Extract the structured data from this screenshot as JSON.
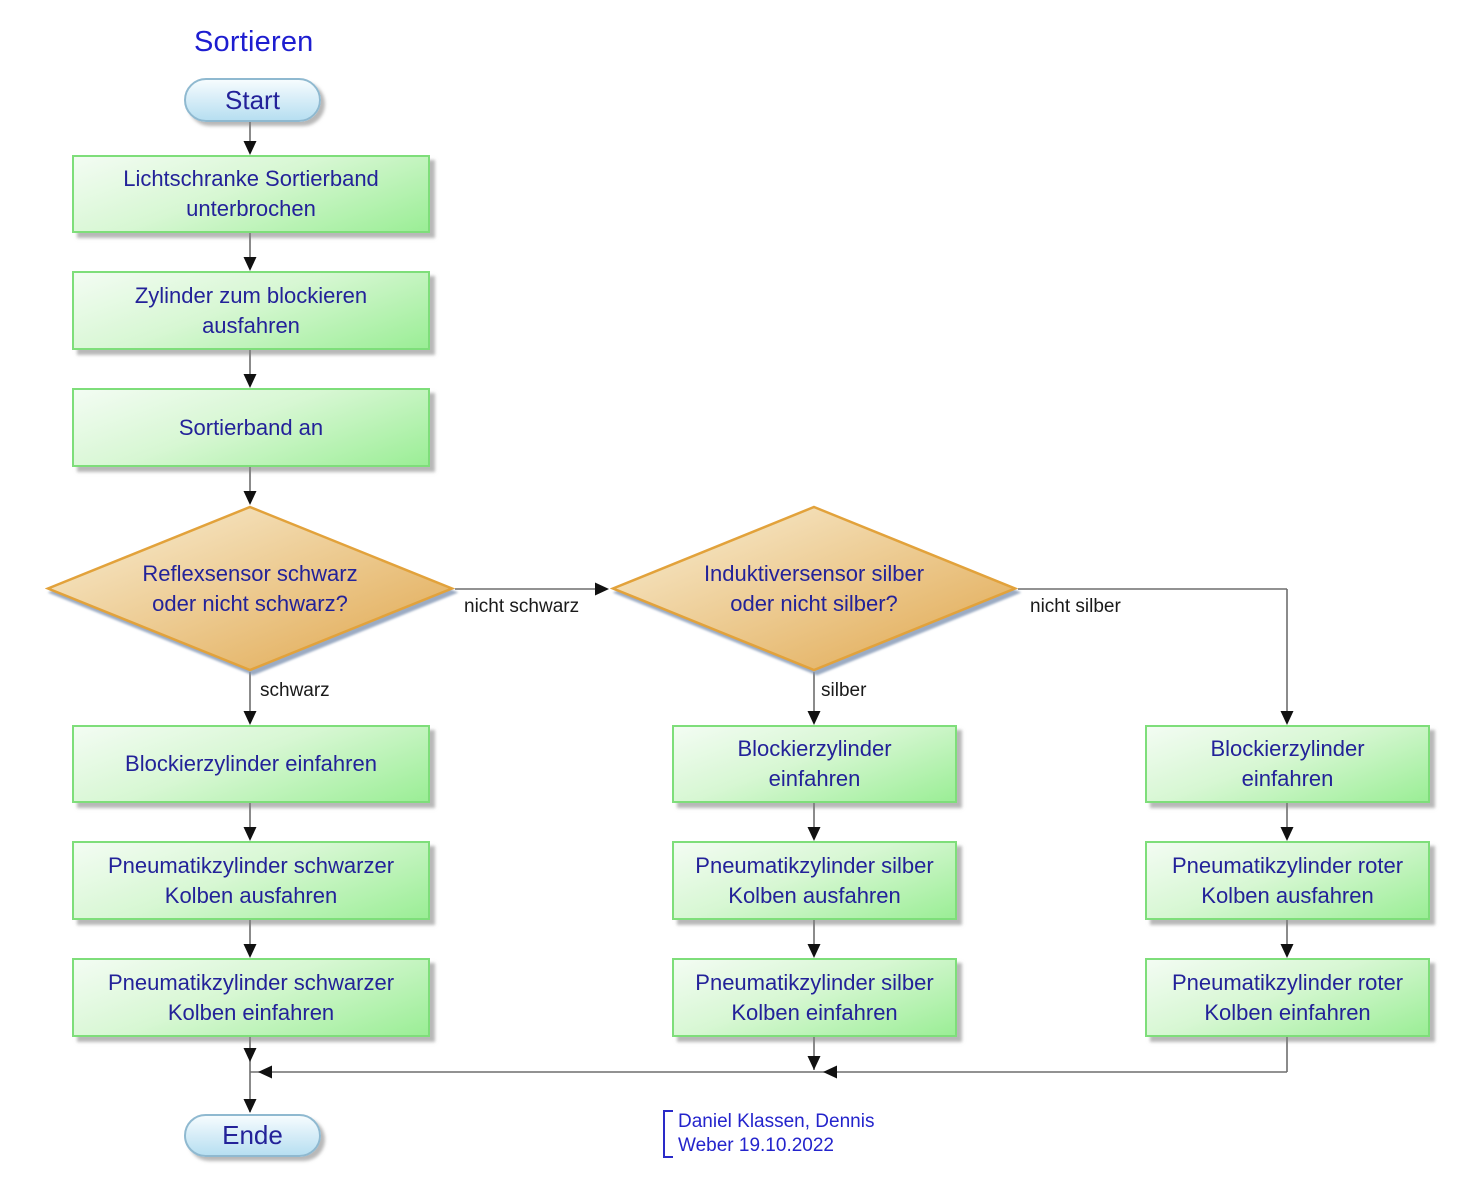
{
  "title": "Sortieren",
  "nodes": {
    "start": {
      "label": "Start"
    },
    "lichtschranke": {
      "line1": "Lichtschranke Sortierband",
      "line2": "unterbrochen"
    },
    "zylinder_blockieren": {
      "line1": "Zylinder zum blockieren",
      "line2": "ausfahren"
    },
    "sortierband_an": {
      "line1": "Sortierband an"
    },
    "reflexsensor": {
      "line1": "Reflexsensor schwarz",
      "line2": "oder nicht schwarz?"
    },
    "induktivsensor": {
      "line1": "Induktiversensor silber",
      "line2": "oder nicht silber?"
    },
    "blockier_left": {
      "line1": "Blockierzylinder einfahren"
    },
    "blockier_mid": {
      "line1": "Blockierzylinder",
      "line2": "einfahren"
    },
    "blockier_right": {
      "line1": "Blockierzylinder",
      "line2": "einfahren"
    },
    "pneu_schwarz_aus": {
      "line1": "Pneumatikzylinder schwarzer",
      "line2": "Kolben ausfahren"
    },
    "pneu_silber_aus": {
      "line1": "Pneumatikzylinder silber",
      "line2": "Kolben ausfahren"
    },
    "pneu_rot_aus": {
      "line1": "Pneumatikzylinder roter",
      "line2": "Kolben ausfahren"
    },
    "pneu_schwarz_ein": {
      "line1": "Pneumatikzylinder schwarzer",
      "line2": "Kolben einfahren"
    },
    "pneu_silber_ein": {
      "line1": "Pneumatikzylinder silber",
      "line2": "Kolben einfahren"
    },
    "pneu_rot_ein": {
      "line1": "Pneumatikzylinder roter",
      "line2": "Kolben einfahren"
    },
    "ende": {
      "label": "Ende"
    }
  },
  "edge_labels": {
    "schwarz": "schwarz",
    "nicht_schwarz": "nicht schwarz",
    "silber": "silber",
    "nicht_silber": "nicht silber"
  },
  "attribution": {
    "line1": "Daniel Klassen, Dennis",
    "line2": "Weber 19.10.2022"
  },
  "colors": {
    "process_fill": "#9bee96",
    "process_border": "#7ede7a",
    "decision_fill": "#e0a64c",
    "decision_border": "#e2a23b",
    "terminal_fill": "#b7dff1",
    "terminal_border": "#8fb9d0",
    "node_text": "#232299",
    "title_text": "#1d1dd0",
    "edge_label_text": "#1a1a1a",
    "connector": "#6e6e6e"
  }
}
